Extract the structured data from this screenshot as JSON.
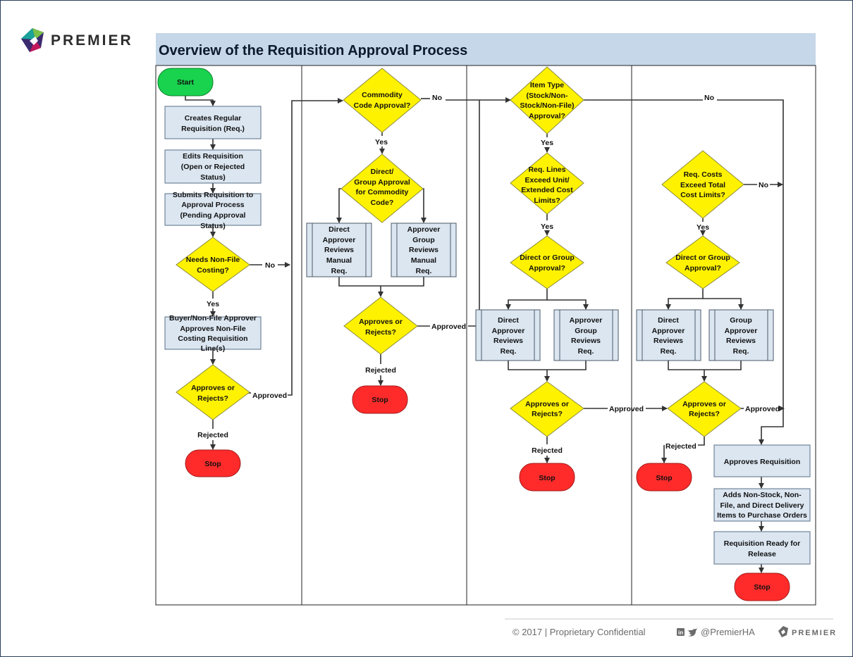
{
  "brand": "PREMIER",
  "title": "Overview of the Requisition Approval Process",
  "footer": {
    "copyright": "© 2017 | Proprietary Confidential",
    "social": "@PremierHA",
    "logo": "PREMIER"
  },
  "colors": {
    "header_band": "#c5d7e8",
    "process_box": "#dbe6f1",
    "decision": "#fff200",
    "start": "#19d24e",
    "stop": "#ff2b2b"
  },
  "labels": {
    "yes": "Yes",
    "no": "No",
    "approved": "Approved",
    "rejected": "Rejected"
  },
  "lane1": {
    "start": "Start",
    "create": [
      "Creates Regular",
      "Requisition (Req.)"
    ],
    "edit": [
      "Edits Requisition",
      "(Open or Rejected",
      "Status)"
    ],
    "submit": [
      "Submits Requisition to",
      "Approval Process",
      "(Pending Approval",
      "Status)"
    ],
    "nonfile_q": [
      "Needs Non-File",
      "Costing?"
    ],
    "buyer": [
      "Buyer/Non-File Approver",
      "Approves Non-File",
      "Costing Requisition",
      "Line(s)"
    ],
    "approves_q": [
      "Approves or",
      "Rejects?"
    ],
    "stop": "Stop"
  },
  "lane2": {
    "commodity_q": [
      "Commodity",
      "Code Approval?"
    ],
    "dg_q": [
      "Direct/",
      "Group Approval",
      "for Commodity",
      "Code?"
    ],
    "direct": [
      "Direct",
      "Approver",
      "Reviews",
      "Manual",
      "Req."
    ],
    "group": [
      "Approver",
      "Group",
      "Reviews",
      "Manual",
      "Req."
    ],
    "approves_q": [
      "Approves or",
      "Rejects?"
    ],
    "stop": "Stop"
  },
  "lane3": {
    "itemtype_q": [
      "Item Type",
      "(Stock/Non-",
      "Stock/Non-File)",
      "Approval?"
    ],
    "lines_q": [
      "Req. Lines",
      "Exceed Unit/",
      "Extended Cost",
      "Limits?"
    ],
    "dg_q": [
      "Direct or Group",
      "Approval?"
    ],
    "direct": [
      "Direct",
      "Approver",
      "Reviews",
      "Req."
    ],
    "group": [
      "Approver",
      "Group",
      "Reviews",
      "Req."
    ],
    "approves_q": [
      "Approves or",
      "Rejects?"
    ],
    "stop": "Stop"
  },
  "lane4": {
    "costs_q": [
      "Req. Costs",
      "Exceed Total",
      "Cost Limits?"
    ],
    "dg_q": [
      "Direct or Group",
      "Approval?"
    ],
    "direct": [
      "Direct",
      "Approver",
      "Reviews",
      "Req."
    ],
    "group": [
      "Group",
      "Approver",
      "Reviews",
      "Req."
    ],
    "approves_q": [
      "Approves or",
      "Rejects?"
    ],
    "stop": "Stop",
    "approves_req": [
      "Approves Requisition"
    ],
    "adds": [
      "Adds Non-Stock, Non-",
      "File, and Direct Delivery",
      "Items to Purchase Orders"
    ],
    "ready": [
      "Requisition Ready for",
      "Release"
    ],
    "stop2": "Stop"
  }
}
